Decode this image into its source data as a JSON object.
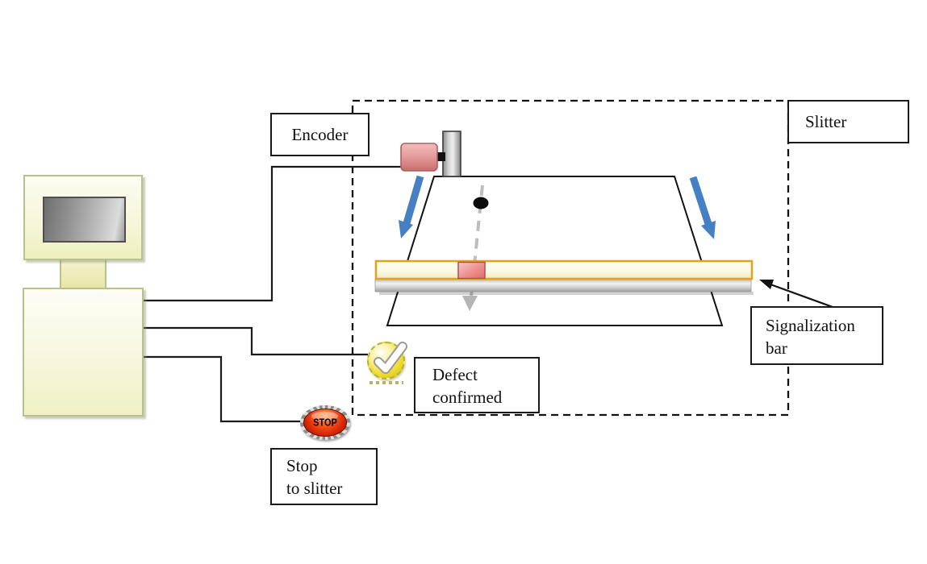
{
  "labels": {
    "encoder": "Encoder",
    "slitter": "Slitter",
    "signalization_bar": {
      "line1": "Signalization",
      "line2": "bar"
    },
    "defect_confirmed": {
      "line1": "Defect",
      "line2": "confirmed"
    },
    "stop_to_slitter": {
      "line1": "Stop",
      "line2": "to slitter"
    }
  },
  "stop_button": {
    "label": "STOP"
  },
  "icons": {
    "check_badge": "check-badge-icon",
    "stop_button": "stop-button-icon",
    "computer": "computer-workstation",
    "encoder_device": "encoder-device",
    "defect_dot": "defect-dot",
    "flow_arrows": "web-flow-arrows"
  },
  "colors": {
    "flow_arrow_blue": "#4680c4",
    "signalization_bar_orange": "#e2a21a",
    "defect_mark_pink": "#e87c7c",
    "encoder_body_pink": "#dd9090",
    "stop_button_red": "#d62300",
    "check_icon_yellow": "#f0dc30",
    "computer_body_yellow": "#f4f5d8",
    "defect_path_gray": "#bdbdbd",
    "line_black": "#1a1a1a"
  }
}
